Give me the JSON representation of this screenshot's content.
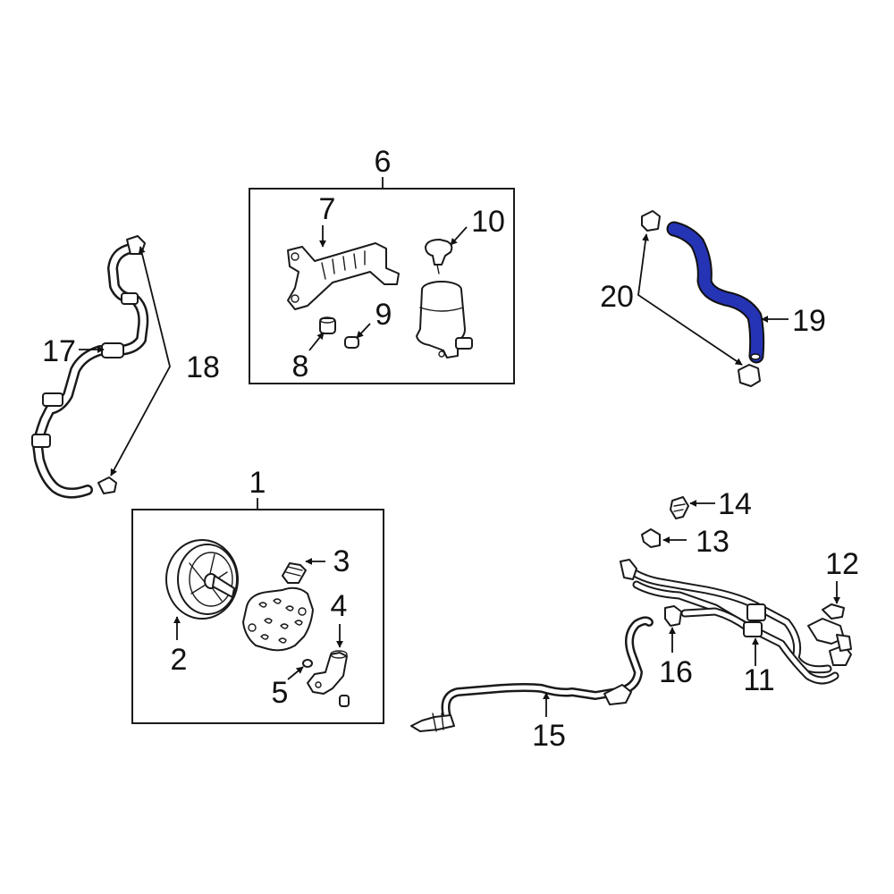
{
  "highlight_color": "#2533b5",
  "line_color": "#1a1a1a",
  "callouts": {
    "c1": "1",
    "c2": "2",
    "c3": "3",
    "c4": "4",
    "c5": "5",
    "c6": "6",
    "c7": "7",
    "c8": "8",
    "c9": "9",
    "c10": "10",
    "c11": "11",
    "c12": "12",
    "c13": "13",
    "c14": "14",
    "c15": "15",
    "c16": "16",
    "c17": "17",
    "c18": "18",
    "c19": "19",
    "c20": "20"
  }
}
